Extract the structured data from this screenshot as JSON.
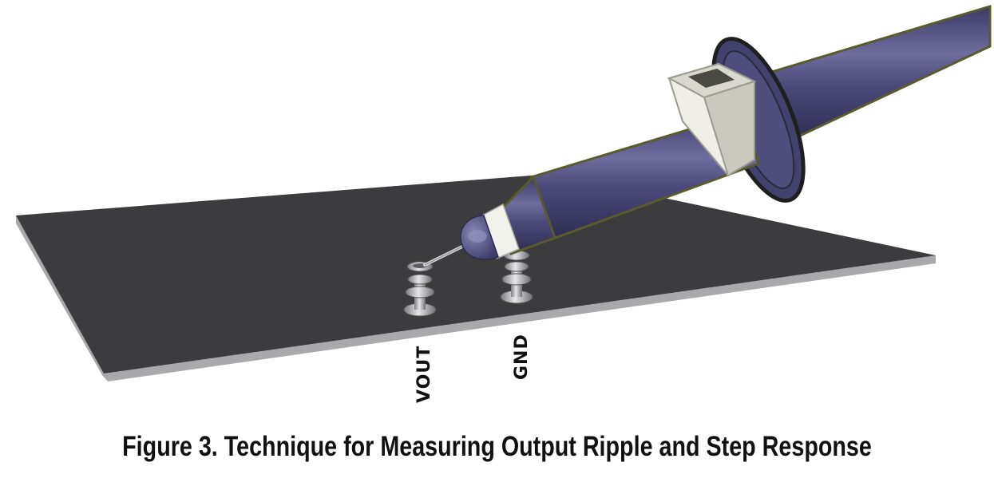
{
  "labels": {
    "vout": "VOUT",
    "gnd": "GND"
  },
  "caption": "Figure 3. Technique for Measuring Output Ripple and Step Response",
  "colors": {
    "board_top": "#3c3c3e",
    "board_edge": "#a9a9ab",
    "probe_body": "#474674",
    "probe_highlight": "#7472a2",
    "probe_edge_olive": "#5a5a2e",
    "collar": "#e8e8e0",
    "pin_metal": "#b4b4b8"
  }
}
